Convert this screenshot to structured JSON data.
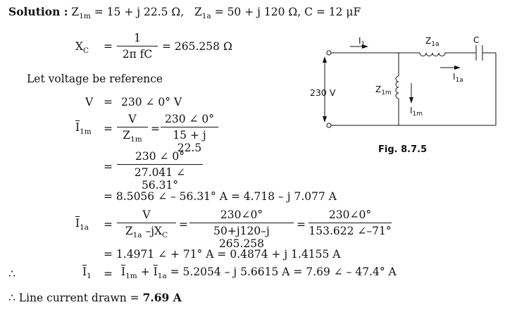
{
  "solution": {
    "label": "Solution :",
    "z1m_sym": "Z",
    "z1m_sub": "1m",
    "z1m_val": "= 15 + j 22.5 Ω,",
    "z1a_sym": "Z",
    "z1a_sub": "1a",
    "z1a_val": "= 50 + j 120 Ω, C = 12 μF"
  },
  "xc": {
    "lhs": "X",
    "lhs_sub": "C",
    "eq": "=",
    "num": "1",
    "den": "2π fC",
    "result": "= 265.258 Ω"
  },
  "reference_text": "Let voltage be reference",
  "v_line": {
    "lhs": "V",
    "eq": "=",
    "rhs": "230 ∠ 0° V"
  },
  "i1m": {
    "lhs": "I",
    "lhs_sub": "1m",
    "eq": "=",
    "f1_num": "V",
    "f1_den": "Z",
    "f1_den_sub": "1m",
    "eq2": "=",
    "f2_num": "230 ∠ 0°",
    "f2_den": "15 + j 22.5",
    "eq3": "=",
    "f3_num": "230 ∠ 0°",
    "f3_den": "27.041 ∠ 56.31°",
    "result": "=  8.5056 ∠ – 56.31° A = 4.718 – j 7.077 A"
  },
  "i1a": {
    "lhs": "I",
    "lhs_sub": "1a",
    "eq": "=",
    "f1_num": "V",
    "f1_den_a": "Z",
    "f1_den_a_sub": "1a",
    "f1_den_b": " –jX",
    "f1_den_b_sub": "C",
    "eq2": "=",
    "f2_num": "230∠0°",
    "f2_den": "50+j120–j 265.258",
    "eq3": "=",
    "f3_num": "230∠0°",
    "f3_den": "153.622 ∠–71°",
    "result": "=  1.4971 ∠ + 71° A = 0.4874 + j 1.4155 A"
  },
  "i1": {
    "therefore": "∴",
    "lhs": "I",
    "lhs_sub": "1",
    "eq": "=",
    "t1": "I",
    "t1_sub": "1m",
    "plus": " + ",
    "t2": "I",
    "t2_sub": "1a",
    "rest": " = 5.2054 – j 5.6615 A = 7.69 ∠ – 47.4° A"
  },
  "conclusion": {
    "therefore": "∴",
    "text": " Line current drawn = ",
    "value": "7.69 A"
  },
  "figure": {
    "voltage": "230 V",
    "i1": "I",
    "i1_sub": "1",
    "z1a": "Z",
    "z1a_sub": "1a",
    "c": "C",
    "i1a": "I",
    "i1a_sub": "1a",
    "z1m": "Z",
    "z1m_sub": "1m",
    "i1m": "I",
    "i1m_sub": "1m",
    "caption": "Fig. 8.7.5"
  }
}
